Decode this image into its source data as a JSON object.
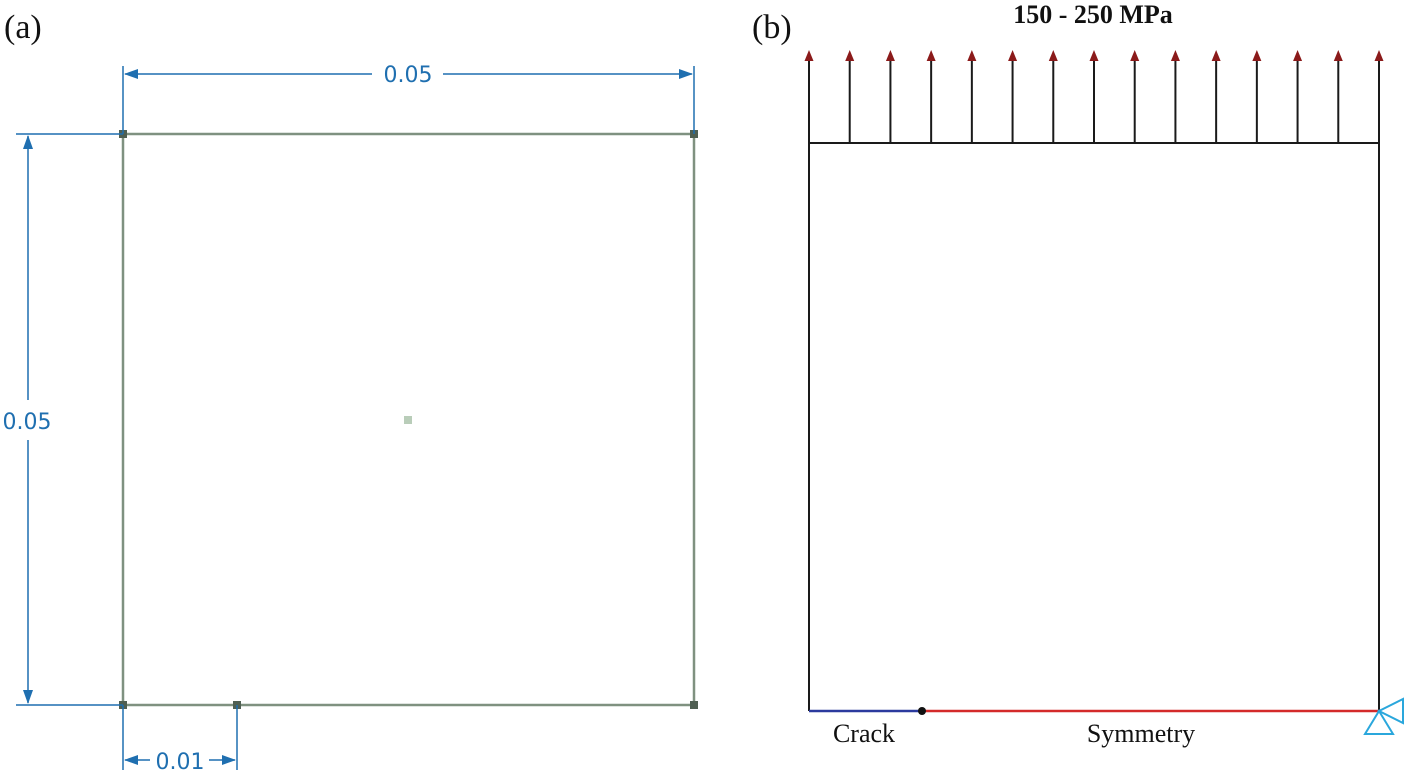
{
  "panel_a": {
    "label": "(a)",
    "width_dim": "0.05",
    "height_dim": "0.05",
    "crack_dim": "0.01",
    "colors": {
      "dimension": "#1f6fb0",
      "outline": "#7f9180",
      "vertex": "#4f5f52",
      "center": "#b9cdb9"
    }
  },
  "panel_b": {
    "label": "(b)",
    "load_label": "150 - 250 MPa",
    "crack_label": "Crack",
    "symmetry_label": "Symmetry",
    "arrow_count": 15,
    "colors": {
      "crack": "#2b3a9e",
      "symmetry": "#d42a2a",
      "support": "#2aa7dc",
      "arrowhead": "#8b1a1a"
    }
  }
}
